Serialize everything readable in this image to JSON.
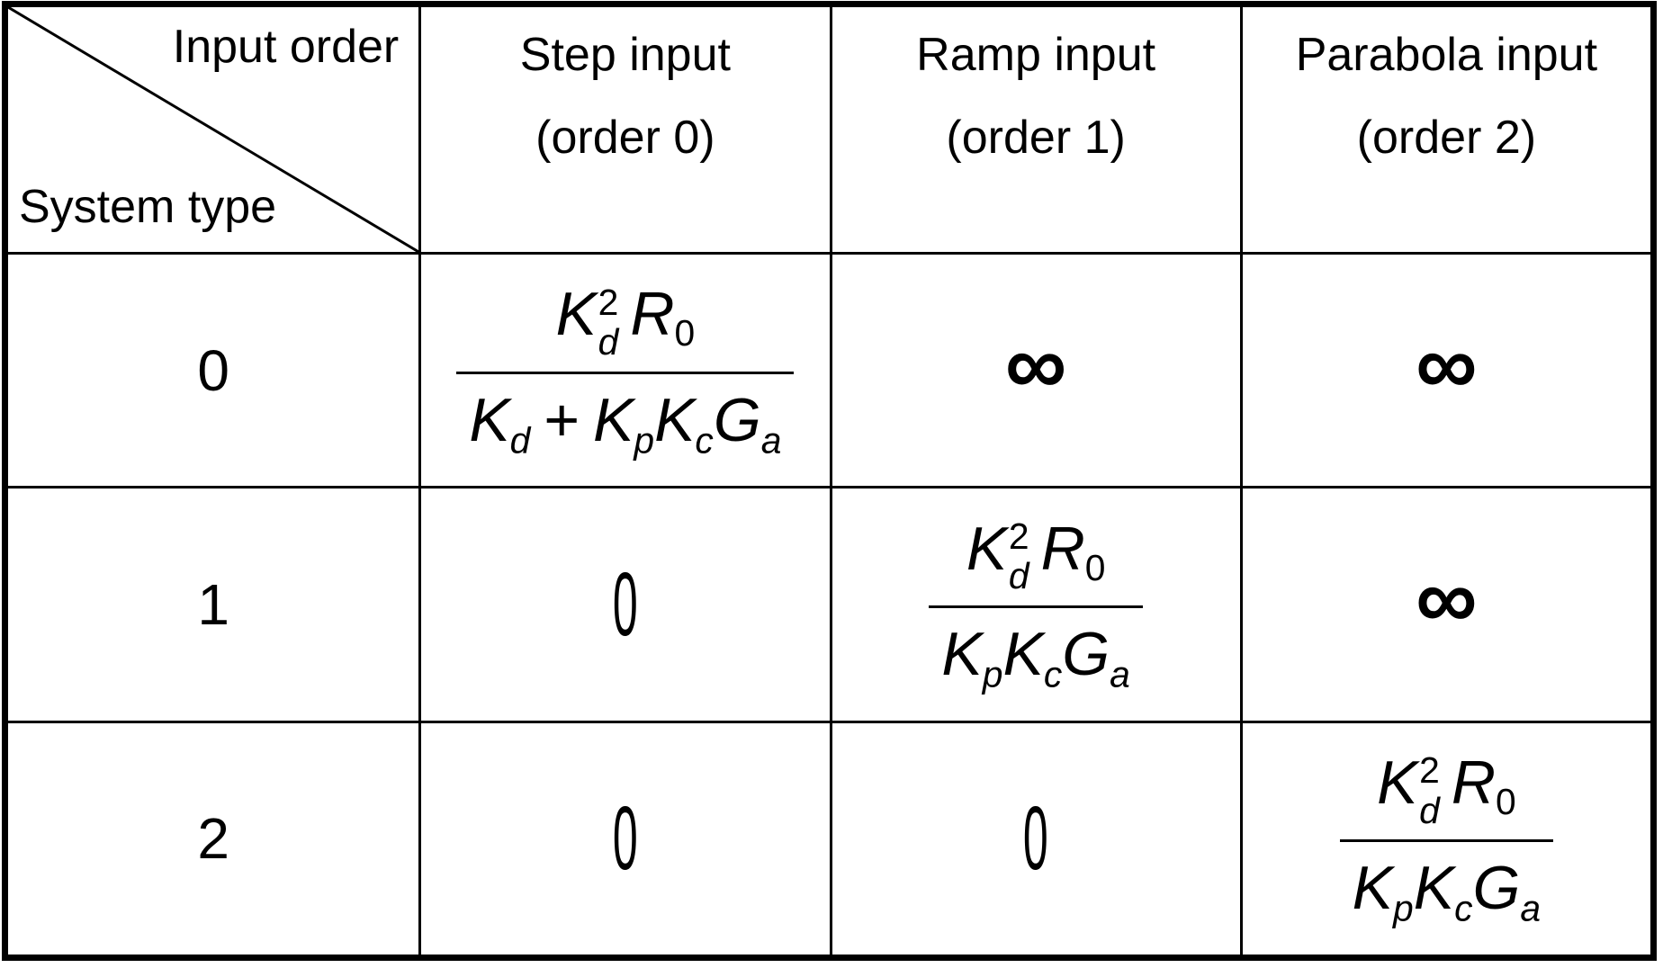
{
  "style": {
    "line_color": "#000000",
    "background": "#ffffff",
    "text_color": "#000000"
  },
  "table": {
    "corner": {
      "top_label": "Input order",
      "bottom_label": "System type"
    },
    "columns": [
      {
        "title": "Step input",
        "subtitle": "(order 0)"
      },
      {
        "title": "Ramp input",
        "subtitle": "(order 1)"
      },
      {
        "title": "Parabola input",
        "subtitle": "(order 2)"
      }
    ],
    "rows": [
      {
        "label": "0",
        "cells": [
          "K_d^2 R_0 / (K_d + K_p K_c G_a)",
          "∞",
          "∞"
        ]
      },
      {
        "label": "1",
        "cells": [
          "0",
          "K_d^2 R_0 / (K_p K_c G_a)",
          "∞"
        ]
      },
      {
        "label": "2",
        "cells": [
          "0",
          "0",
          "K_d^2 R_0 / (K_p K_c G_a)"
        ]
      }
    ]
  },
  "fx": {
    "K": "K",
    "R": "R",
    "G": "G",
    "sup_two": "2",
    "sub_d": "d",
    "sub_zero": "0",
    "sub_p": "p",
    "sub_c": "c",
    "sub_a": "a",
    "plus": "+",
    "infinity": "∞",
    "zero": "0"
  }
}
